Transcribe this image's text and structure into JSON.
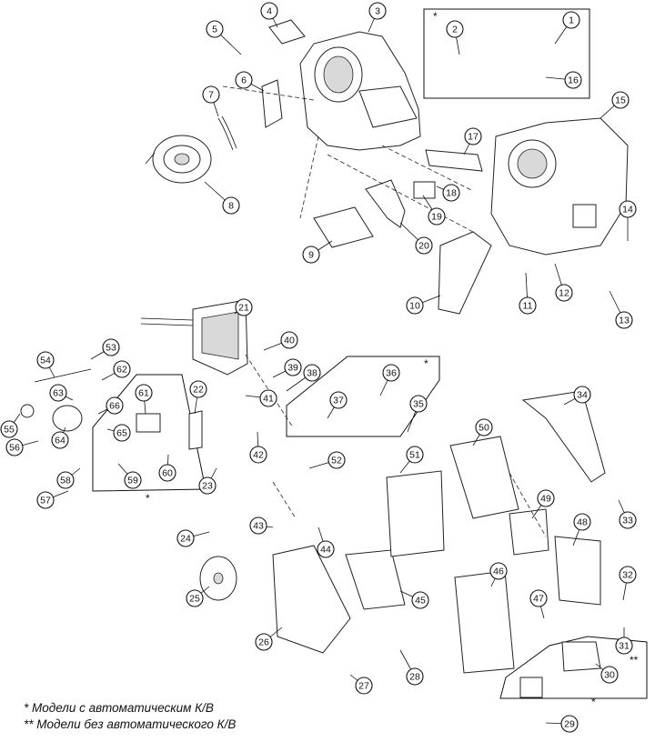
{
  "diagram": {
    "callouts": [
      "1",
      "2",
      "3",
      "4",
      "5",
      "6",
      "7",
      "8",
      "9",
      "10",
      "11",
      "12",
      "13",
      "14",
      "15",
      "16",
      "17",
      "18",
      "19",
      "20",
      "21",
      "22",
      "23",
      "24",
      "25",
      "26",
      "27",
      "28",
      "29",
      "30",
      "31",
      "32",
      "33",
      "34",
      "35",
      "36",
      "37",
      "38",
      "39",
      "40",
      "41",
      "42",
      "43",
      "44",
      "45",
      "46",
      "47",
      "48",
      "49",
      "50",
      "51",
      "52",
      "53",
      "54",
      "55",
      "56",
      "57",
      "58",
      "59",
      "60",
      "61",
      "62",
      "63",
      "64",
      "65",
      "66"
    ],
    "group_marks": [
      "*",
      "*",
      "*",
      "**"
    ]
  },
  "footnotes": {
    "note1": "* Модели с автоматическим К/В",
    "note2": "** Модели без автоматического К/В"
  }
}
